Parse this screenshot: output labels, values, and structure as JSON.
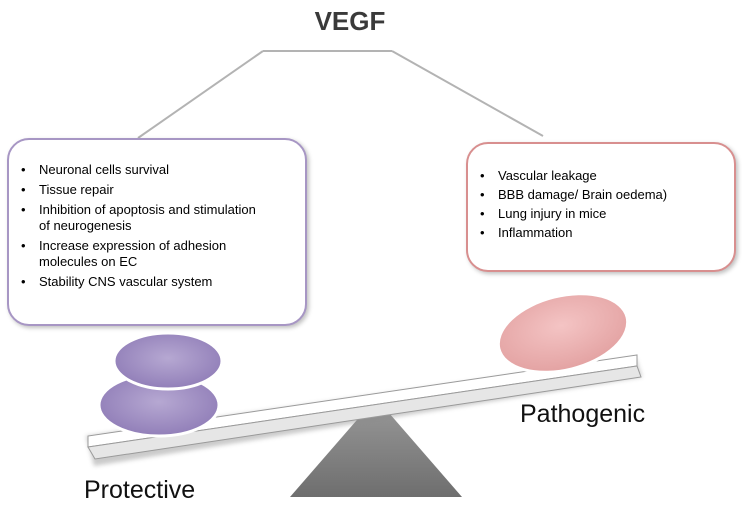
{
  "title": "VEGF",
  "protective": {
    "label": "Protective",
    "items": [
      "Neuronal cells survival",
      "Tissue repair",
      "Inhibition  of apoptosis and stimulation  of neurogenesis",
      "Increase expression of adhesion molecules on EC",
      "Stability CNS  vascular system"
    ],
    "color": "#a796c4"
  },
  "pathogenic": {
    "label": "Pathogenic",
    "items": [
      "Vascular leakage",
      "BBB damage/ Brain oedema)",
      "Lung injury in mice",
      "Inflammation"
    ],
    "color": "#d88f8f"
  },
  "bullet": "•"
}
